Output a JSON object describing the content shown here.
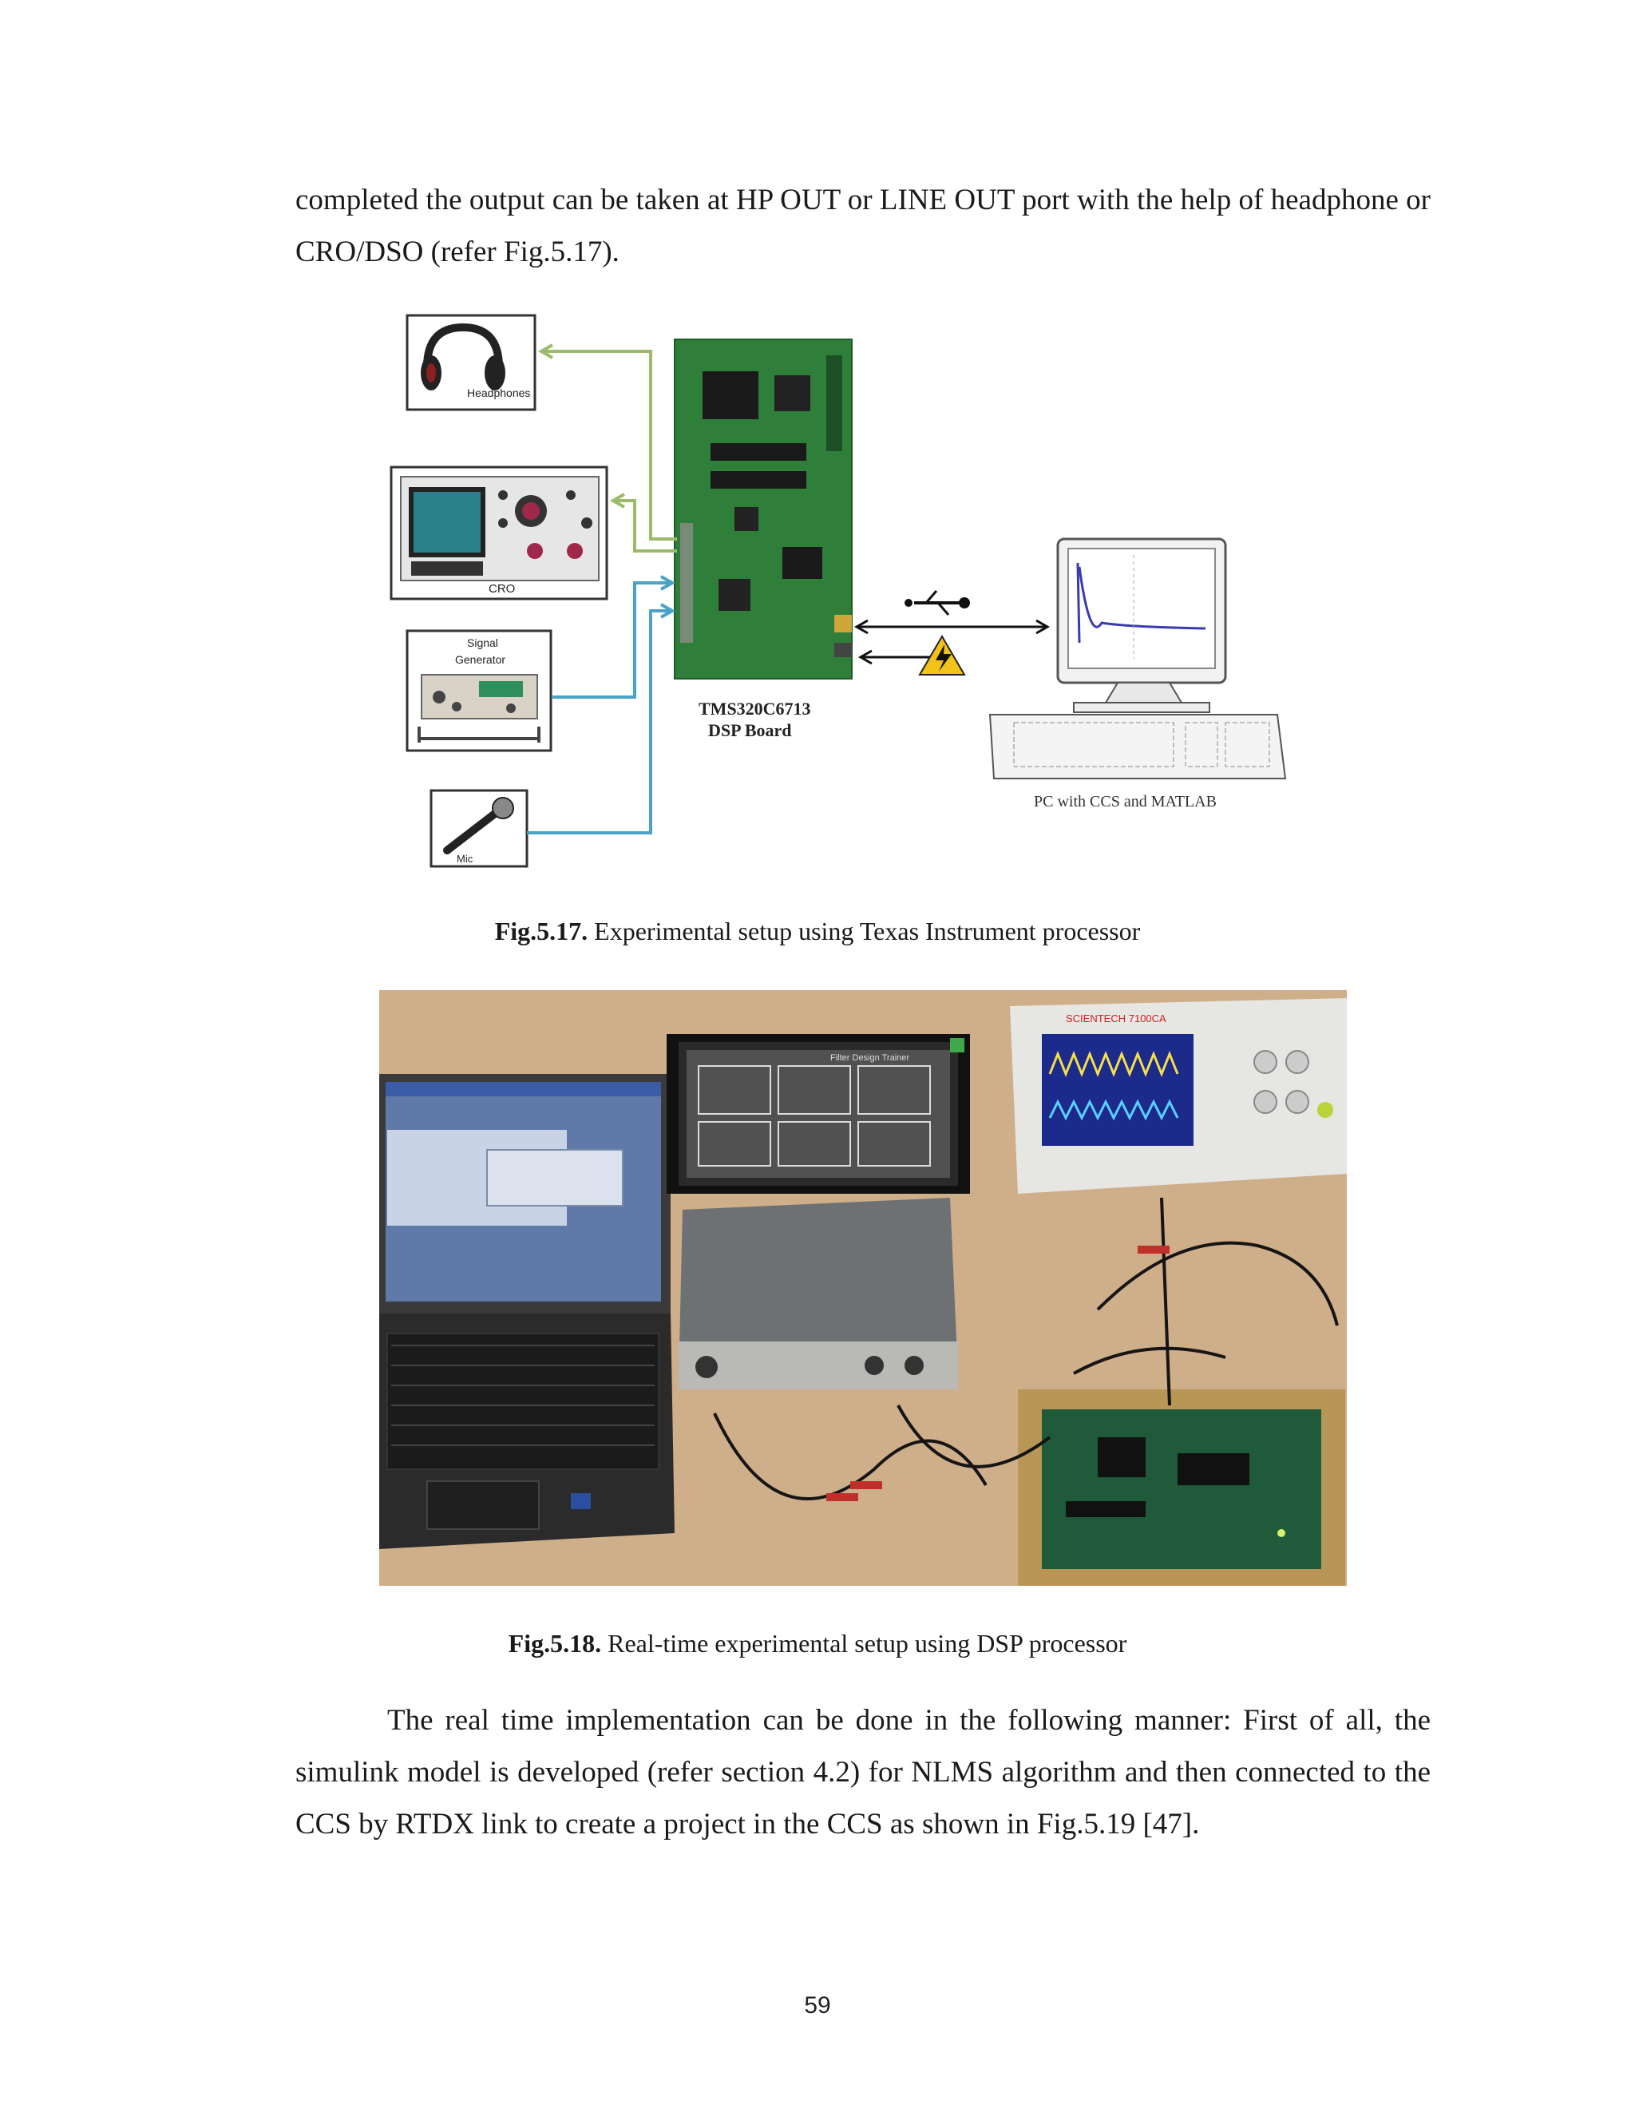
{
  "paragraphs": {
    "intro": "completed the output can be taken at HP OUT or LINE OUT port with the help of headphone or CRO/DSO (refer Fig.5.17).",
    "rtimpl": "The real time implementation can be done in the following manner: First of all, the simulink model is developed (refer section 4.2) for NLMS algorithm and then connected to the CCS by RTDX link to create a project in the CCS as shown in Fig.5.19 [47]."
  },
  "figure1": {
    "labels": {
      "headphones": "Headphones",
      "cro": "CRO",
      "siggen_line1": "Signal",
      "siggen_line2": "Generator",
      "mic": "Mic",
      "board_line1": "TMS320C6713",
      "board_line2": "DSP Board",
      "pc": "PC with CCS and MATLAB"
    },
    "caption_bold": "Fig.5.17.",
    "caption_text": " Experimental setup using Texas Instrument processor"
  },
  "figure2": {
    "labels": {
      "trainer": "Filter Design Trainer",
      "scope_brand": "SCIENTECH 7100CA"
    },
    "caption_bold": "Fig.5.18.",
    "caption_text": " Real-time experimental setup using DSP processor"
  },
  "page_number": "59",
  "colors": {
    "output_arrow": "#9cbb6a",
    "input_arrow": "#4aa3c7",
    "board_green": "#2f7f3a",
    "scope_screen": "#1c2a8c"
  }
}
